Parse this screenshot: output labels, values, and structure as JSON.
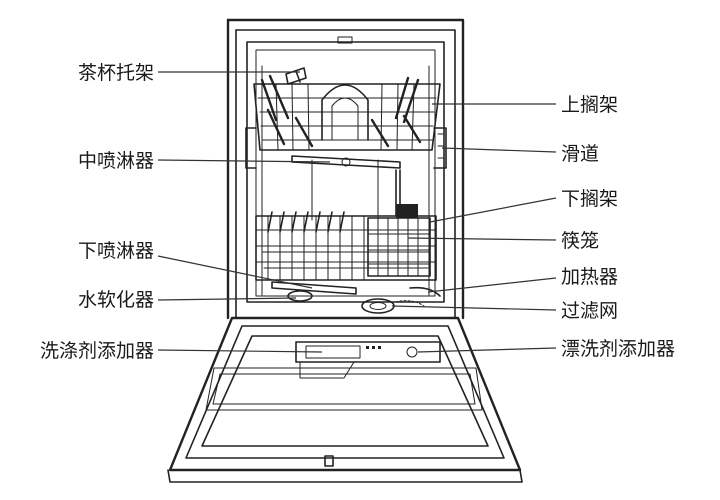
{
  "labels": {
    "cup_rack": "茶杯托架",
    "middle_spray_arm": "中喷淋器",
    "lower_spray_arm": "下喷淋器",
    "water_softener": "水软化器",
    "detergent_dispenser": "洗涤剂添加器",
    "upper_rack": "上搁架",
    "slide_rail": "滑道",
    "lower_rack": "下搁架",
    "cutlery_basket": "筷笼",
    "heater": "加热器",
    "filter": "过滤网",
    "rinse_aid_dispenser": "漂洗剂添加器"
  }
}
